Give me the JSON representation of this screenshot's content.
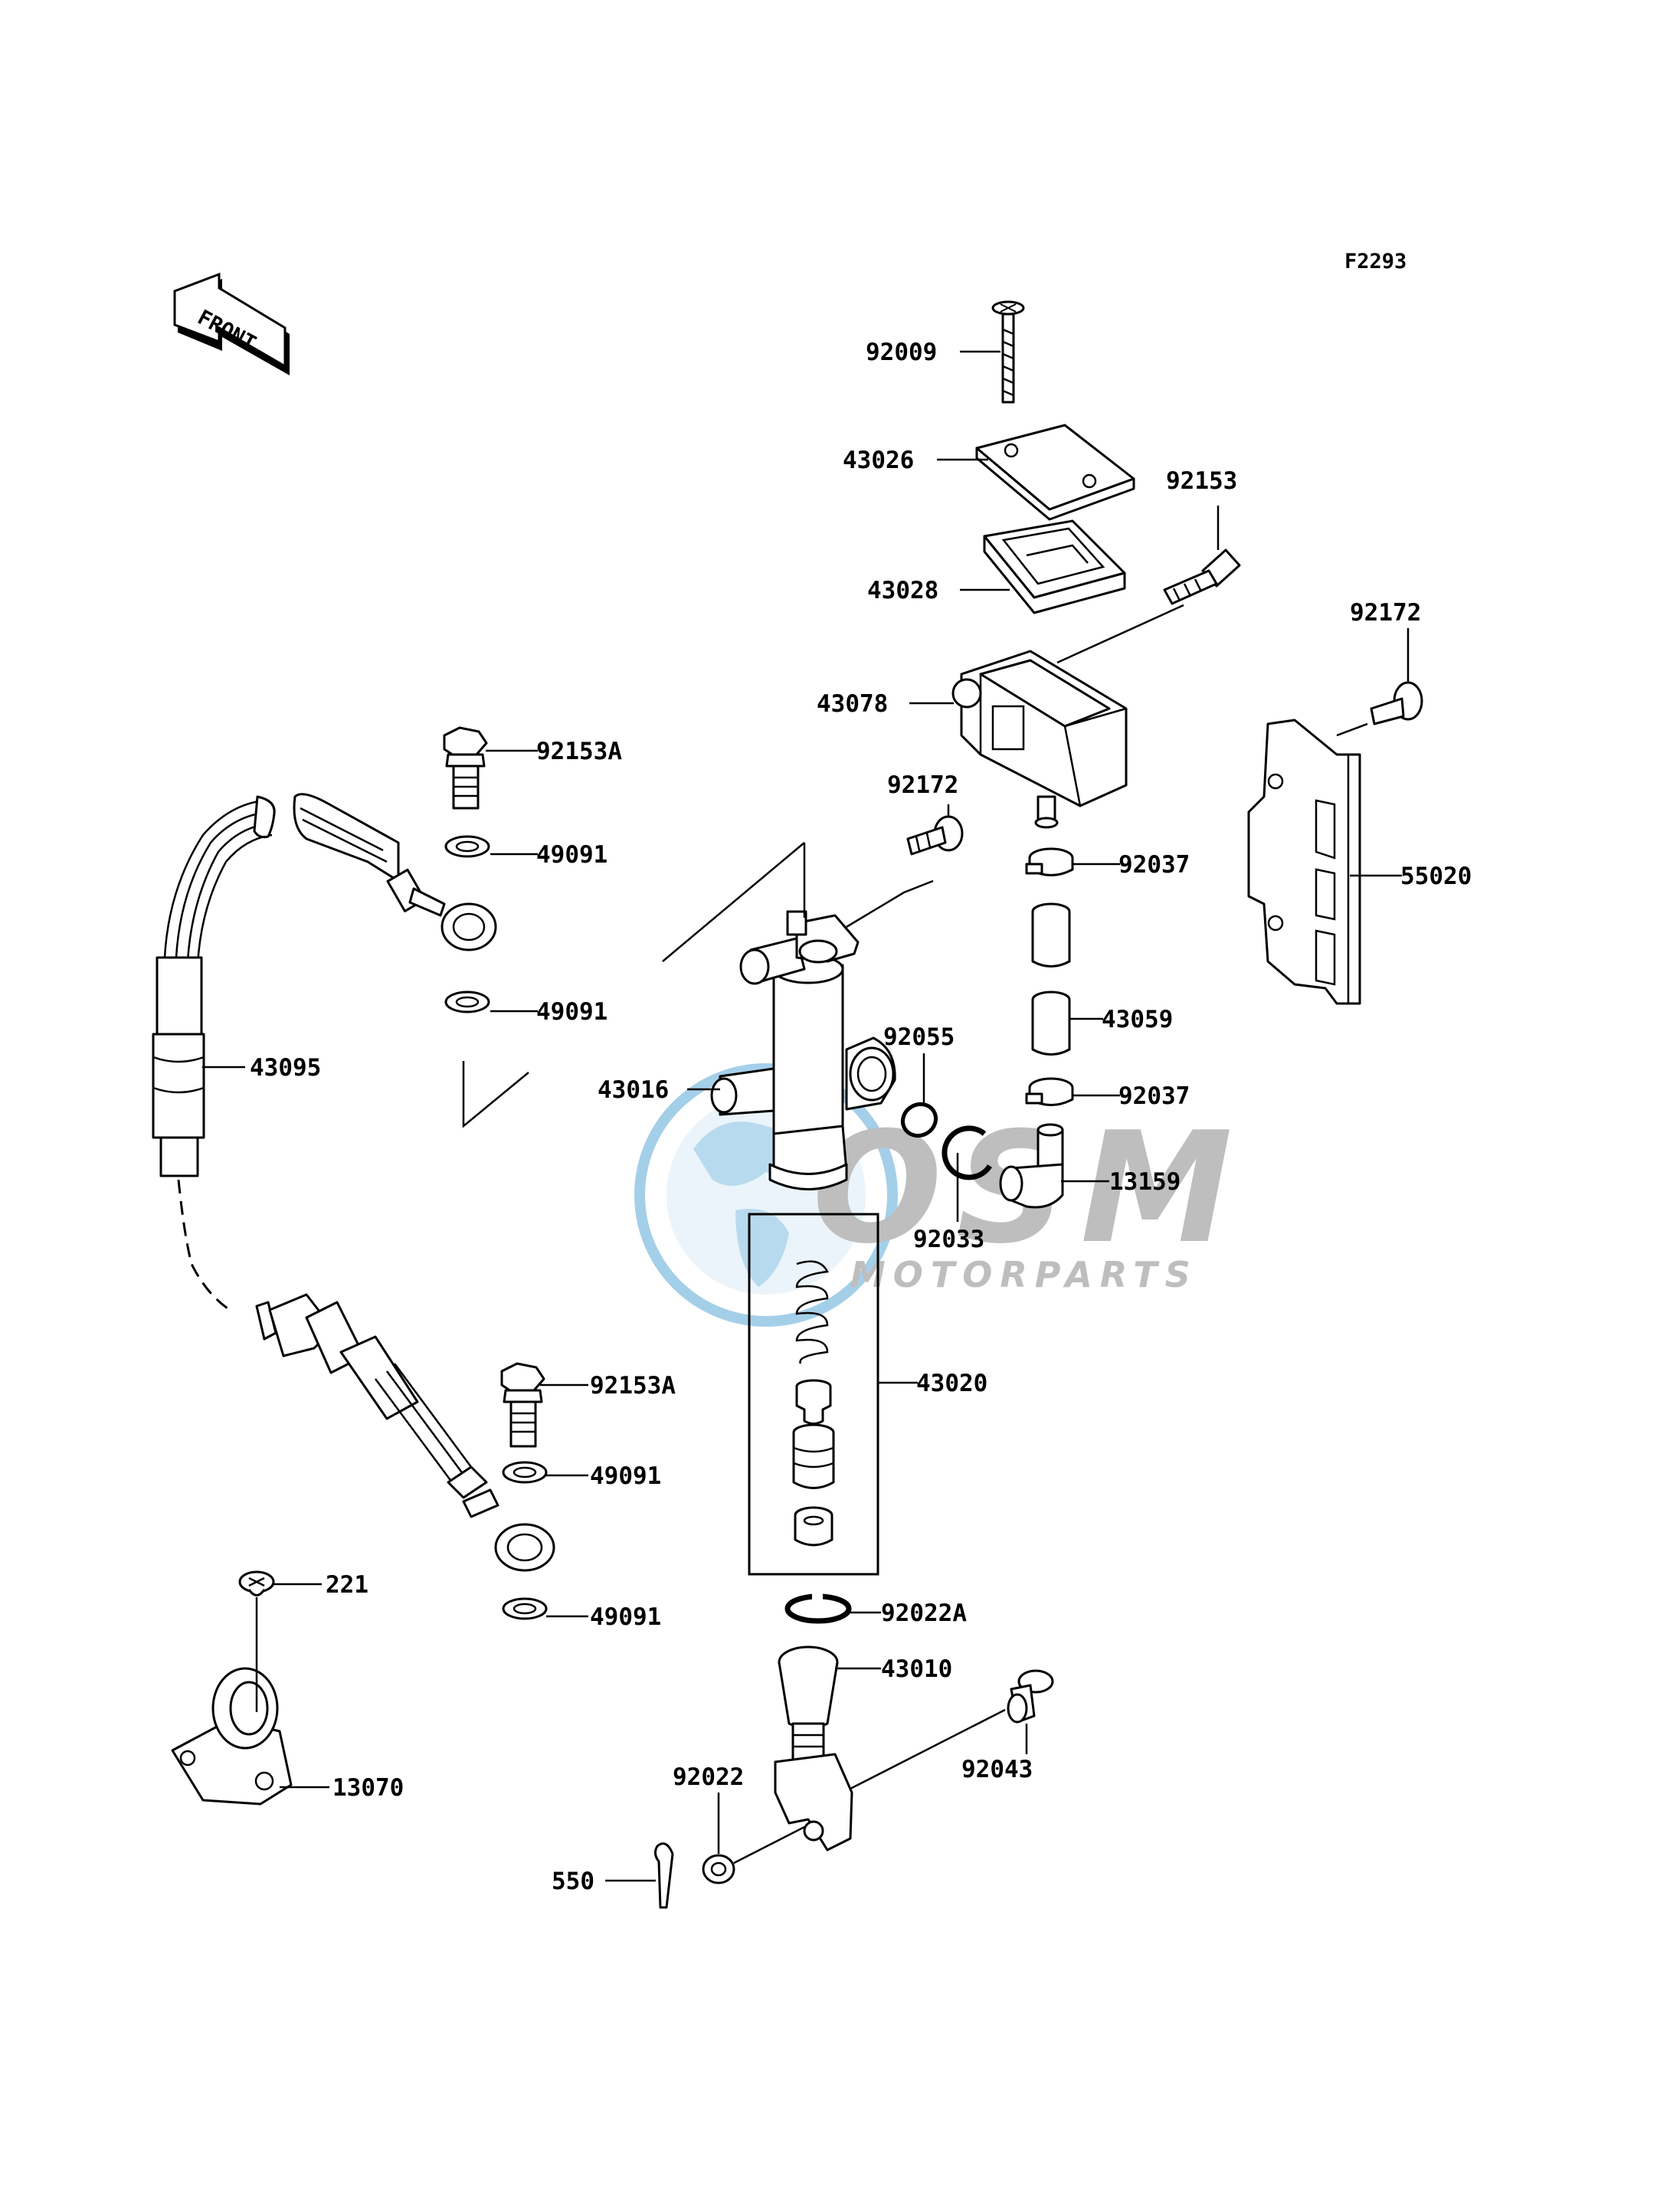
{
  "diagram_code": "F2293",
  "front_label": "FRONT",
  "watermark": {
    "brand": "OSM",
    "subtitle": "MOTORPARTS",
    "colors": {
      "globe": "#5aa9d8",
      "text": "#8a8a8a"
    }
  },
  "parts": [
    {
      "number": "92009"
    },
    {
      "number": "43026"
    },
    {
      "number": "92153"
    },
    {
      "number": "43028"
    },
    {
      "number": "92172"
    },
    {
      "number": "43078"
    },
    {
      "number": "92153A"
    },
    {
      "number": "92172"
    },
    {
      "number": "49091"
    },
    {
      "number": "92037"
    },
    {
      "number": "55020"
    },
    {
      "number": "49091"
    },
    {
      "number": "43059"
    },
    {
      "number": "92055"
    },
    {
      "number": "43095"
    },
    {
      "number": "43016"
    },
    {
      "number": "92037"
    },
    {
      "number": "13159"
    },
    {
      "number": "92033"
    },
    {
      "number": "43020"
    },
    {
      "number": "92153A"
    },
    {
      "number": "49091"
    },
    {
      "number": "221"
    },
    {
      "number": "49091"
    },
    {
      "number": "92022A"
    },
    {
      "number": "43010"
    },
    {
      "number": "13070"
    },
    {
      "number": "92022"
    },
    {
      "number": "92043"
    },
    {
      "number": "550"
    }
  ]
}
